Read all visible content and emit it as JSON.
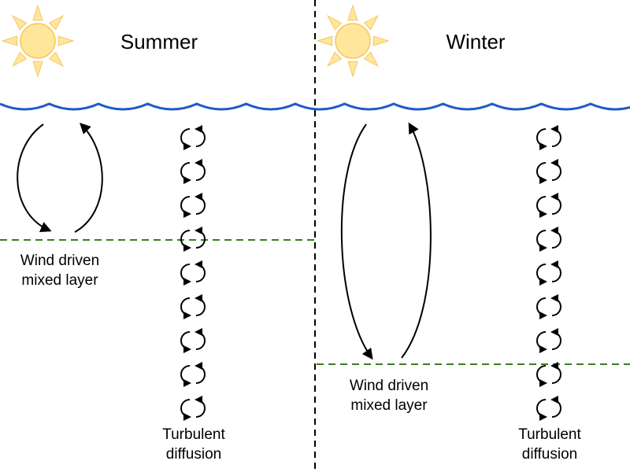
{
  "panels": [
    {
      "title": "Summer",
      "mixed_layer_label": [
        "Wind driven",
        "mixed layer"
      ],
      "diffusion_label": [
        "Turbulent",
        "diffusion"
      ]
    },
    {
      "title": "Winter",
      "mixed_layer_label": [
        "Wind driven",
        "mixed layer"
      ],
      "diffusion_label": [
        "Turbulent",
        "diffusion"
      ]
    }
  ],
  "colors": {
    "sun_fill": "#FFE69A",
    "sun_stroke": "#F5C766",
    "water": "#1E5BC6",
    "mixed_layer_line": "#3A7D1E",
    "divider": "#000000",
    "arrows": "#000000"
  },
  "icons": [
    "sun-icon",
    "wave-surface",
    "circulation-arrows",
    "eddy-icon"
  ]
}
